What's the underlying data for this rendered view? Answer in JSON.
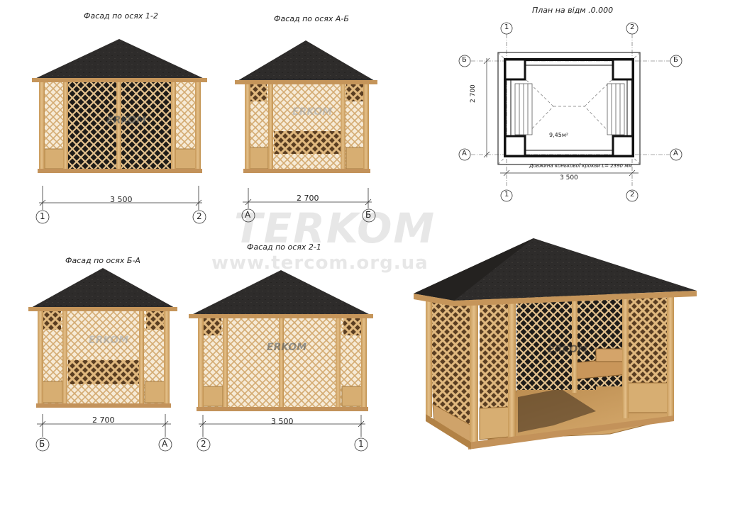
{
  "titles": {
    "facade_1_2": "Фасад по осях 1-2",
    "facade_a_b": "Фасад по осях А-Б",
    "plan": "План на відм .0.000",
    "facade_b_a": "Фасад по осях Б-А",
    "facade_2_1": "Фасад по осях 2-1"
  },
  "dimensions": {
    "facade_1_2_width": "3 500",
    "facade_a_b_width": "2 700",
    "facade_b_a_width": "2 700",
    "facade_2_1_width": "3 500",
    "plan_width": "3 500",
    "plan_height": "2 700"
  },
  "axes": {
    "one": "1",
    "two": "2",
    "a": "А",
    "b": "Б"
  },
  "plan": {
    "area": "9,45м²",
    "ridge_note": "Довжина конькової крокви L= 2390 мм"
  },
  "watermark": {
    "brand": "TERKOM",
    "small_brand": "ERKOM",
    "url": "www.tercom.org.ua"
  },
  "colors": {
    "roof": "#2e2c2b",
    "wood": "#d9b27a",
    "wood_dark": "#a9803f",
    "lattice_dark": "#1e1b18",
    "floor": "#c99a5d"
  }
}
